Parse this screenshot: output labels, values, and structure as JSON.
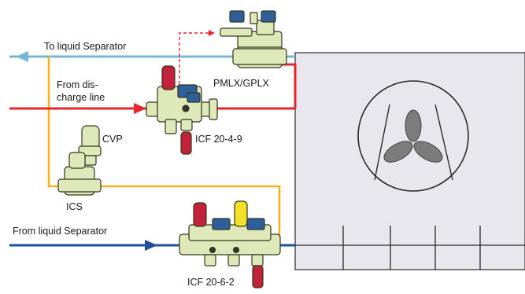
{
  "labels": {
    "to_liquid_separator": "To liquid Separator",
    "from_discharge_line_1": "From dis-",
    "from_discharge_line_2": "charge line",
    "pmlx_gplx": "PMLX/GPLX",
    "icf_20_4_9": "ICF 20-4-9",
    "cvp": "CVP",
    "ics": "ICS",
    "from_liquid_separator": "From liquid Separator",
    "icf_20_6_2": "ICF 20-6-2"
  },
  "colors": {
    "liquid_to_separator_line": "#78b7d4",
    "discharge_line": "#e8242c",
    "pilot_line": "#f5b21f",
    "liquid_from_separator_line": "#1f4f95",
    "valve_body": "#dfe8b8",
    "valve_outline": "#33361f",
    "coil_blue": "#2e5f9a",
    "cap_red": "#c4213a",
    "cap_yellow": "#f3e029",
    "vessel_fill": "#e7e7ed",
    "fan_blade": "#7c7c7c"
  },
  "icons": [
    "fan-icon",
    "arrow-right-icon",
    "arrow-left-icon"
  ]
}
